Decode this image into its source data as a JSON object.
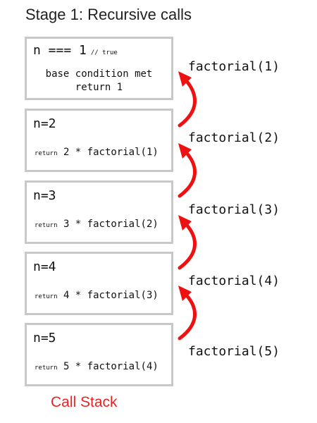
{
  "title": "Stage 1: Recursive calls",
  "base_frame": {
    "condition": "n === 1",
    "comment": "// true",
    "line1": "base condition met",
    "line2": "return 1"
  },
  "frames": [
    {
      "var": "n=2",
      "return_kw": "return",
      "expr": "2 * factorial(1)"
    },
    {
      "var": "n=3",
      "return_kw": "return",
      "expr": "3 * factorial(2)"
    },
    {
      "var": "n=4",
      "return_kw": "return",
      "expr": "4 * factorial(3)"
    },
    {
      "var": "n=5",
      "return_kw": "return",
      "expr": "5 * factorial(4)"
    }
  ],
  "calls": [
    "factorial(1)",
    "factorial(2)",
    "factorial(3)",
    "factorial(4)",
    "factorial(5)"
  ],
  "footer": "Call Stack",
  "colors": {
    "arrow": "#ee1111",
    "box_border": "#c8c8c8",
    "footer": "#ee2222"
  }
}
